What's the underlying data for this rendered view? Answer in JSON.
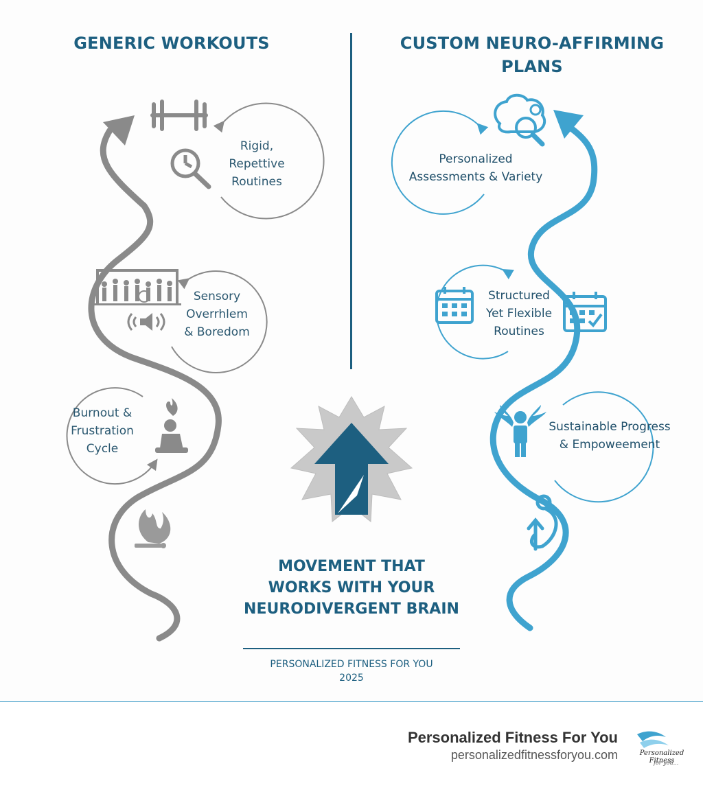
{
  "left_column": {
    "title": "GENERIC WORKOUTS",
    "steps": [
      {
        "lines": [
          "Rigid,",
          "Repettive",
          "Routines"
        ],
        "icons": [
          "dumbbell-icon",
          "clock-search-icon"
        ]
      },
      {
        "lines": [
          "Sensory",
          "Overrhlem",
          "& Boredom"
        ],
        "icons": [
          "crowded-gym-icon",
          "speaker-noise-icon"
        ]
      },
      {
        "lines": [
          "Burnout &",
          "Frustration",
          "Cycle"
        ],
        "icons": [
          "burnout-person-icon",
          "campfire-icon"
        ]
      }
    ]
  },
  "right_column": {
    "title_lines": [
      "CUSTOM NEURO-AFFIRMING",
      "PLANS"
    ],
    "steps": [
      {
        "lines": [
          "Personalized",
          "Assessments & Variety"
        ],
        "icons": [
          "brain-gears-icon"
        ]
      },
      {
        "lines": [
          "Structured",
          "Yet Flexible",
          "Routines"
        ],
        "icons": [
          "calendar-icon",
          "calendar-check-icon"
        ]
      },
      {
        "lines": [
          "Sustainable Progress",
          "& Empoweement"
        ],
        "icons": [
          "winged-person-icon",
          "growth-figure-icon"
        ]
      }
    ]
  },
  "center": {
    "title_lines": [
      "MOVEMENT THAT",
      "WORKS WITH YOUR",
      "NEURODIVERGENT BRAIN"
    ],
    "icon": "breakthrough-arrow-icon"
  },
  "credit": {
    "line1": "PERSONALIZED FITNESS FOR YOU",
    "line2": "2025"
  },
  "footer": {
    "brand_name": "Personalized Fitness For You",
    "brand_url": "personalizedfitnessforyou.com",
    "logo_text": "Personalized Fitness",
    "logo_tagline": "for you..."
  },
  "colors": {
    "navy": "#1d5f80",
    "gray": "#8a8a8a",
    "cyan": "#3fa3cf",
    "rule": "#3d9bc8"
  }
}
